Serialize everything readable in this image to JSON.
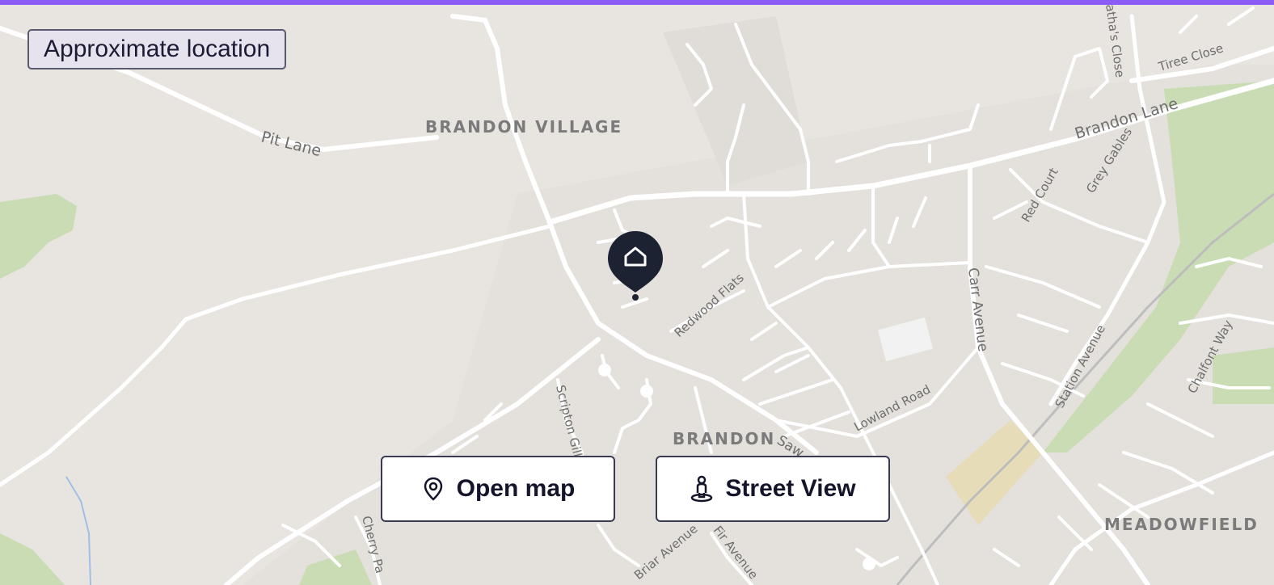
{
  "colors": {
    "accent_bar": "#8c5cf5",
    "map_background": "#e8e4e0",
    "road": "#ffffff",
    "green_space": "#c9dcb4",
    "marker": "#1d2233",
    "button_text": "#14142b"
  },
  "badge": {
    "label": "Approximate location"
  },
  "marker": {
    "icon": "home-icon"
  },
  "places": [
    {
      "id": "brandon-village",
      "label": "BRANDON VILLAGE"
    },
    {
      "id": "brandon",
      "label": "BRANDON"
    },
    {
      "id": "meadowfield",
      "label": "MEADOWFIELD"
    }
  ],
  "streets": [
    {
      "id": "pit-lane",
      "label": "Pit Lane"
    },
    {
      "id": "brandon-lane",
      "label": "Brandon Lane"
    },
    {
      "id": "tiree-close",
      "label": "Tiree Close"
    },
    {
      "id": "agathas-close",
      "label": "atha's Close"
    },
    {
      "id": "grey-gables",
      "label": "Grey Gables"
    },
    {
      "id": "red-court",
      "label": "Red Court"
    },
    {
      "id": "redwood-flats",
      "label": "Redwood Flats"
    },
    {
      "id": "carr-avenue",
      "label": "Carr Avenue"
    },
    {
      "id": "station-avenue",
      "label": "Station Avenue"
    },
    {
      "id": "chalfont-way",
      "label": "Chalfont Way"
    },
    {
      "id": "lowland-road",
      "label": "Lowland Road"
    },
    {
      "id": "scripton-gill",
      "label": "Scripton Gill"
    },
    {
      "id": "briar-avenue",
      "label": "Briar Avenue"
    },
    {
      "id": "fir-avenue",
      "label": "Fir Avenue"
    },
    {
      "id": "cherry-park",
      "label": "Cherry Pa"
    },
    {
      "id": "saw-fragment",
      "label": "Saw"
    }
  ],
  "buttons": {
    "open_map": {
      "label": "Open map",
      "icon": "location-pin-icon"
    },
    "street_view": {
      "label": "Street View",
      "icon": "pegman-icon"
    }
  }
}
